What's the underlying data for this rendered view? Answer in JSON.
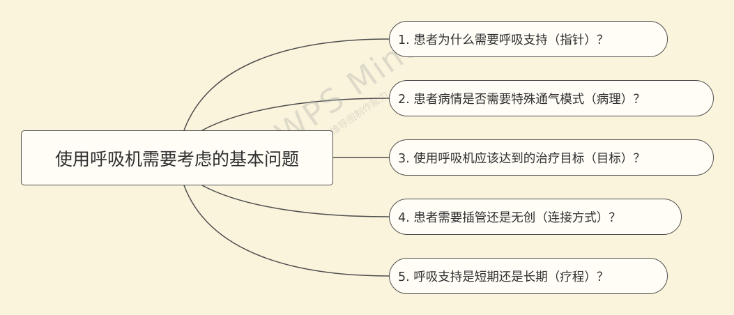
{
  "root": {
    "label": "使用呼吸机需要考虑的基本问题"
  },
  "branches": [
    {
      "label": "1. 患者为什么需要呼吸支持（指针）？"
    },
    {
      "label": "2. 患者病情是否需要特殊通气模式（病理）？"
    },
    {
      "label": "3. 使用呼吸机应该达到的治疗目标（目标）？"
    },
    {
      "label": "4. 患者需要插管还是无创（连接方式）？"
    },
    {
      "label": "5. 呼吸支持是短期还是长期（疗程）？"
    }
  ],
  "watermark": {
    "title": "WPS Mind",
    "subtitle": "WPS思维导图制作能力"
  },
  "colors": {
    "background": "#fbf4dc",
    "line": "#4d4d4d",
    "node_fill": "#fffdf6",
    "text": "#303030"
  }
}
